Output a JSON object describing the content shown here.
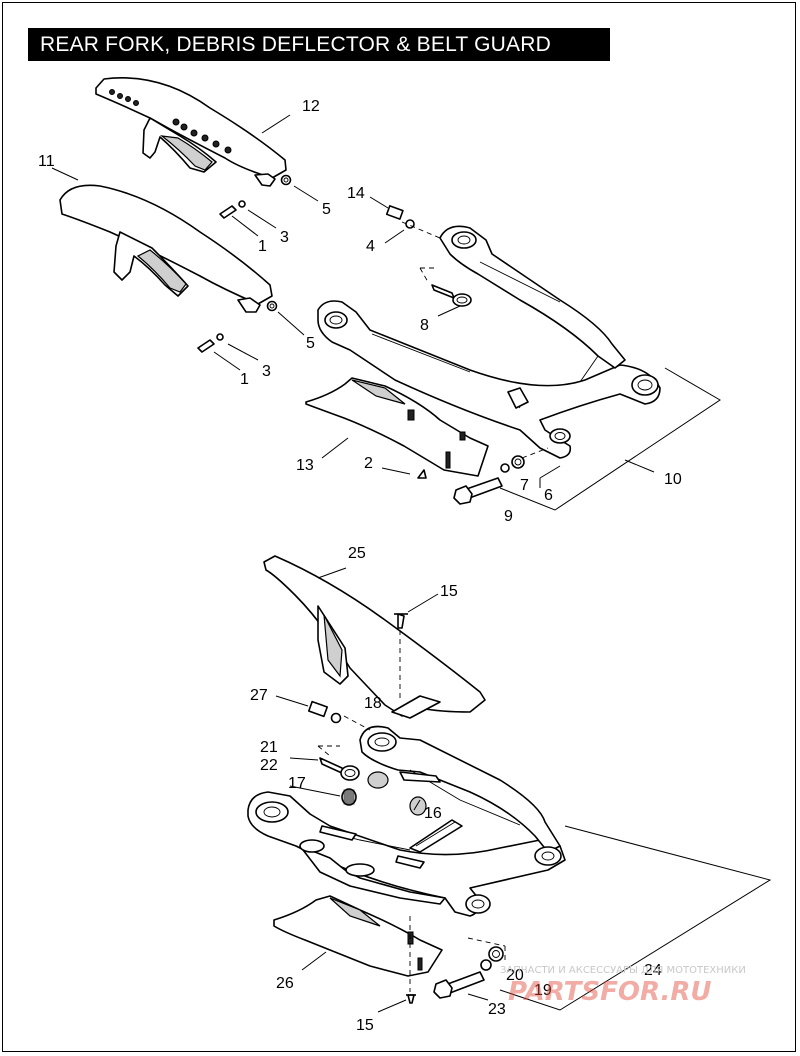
{
  "title": "REAR FORK, DEBRIS DEFLECTOR & BELT GUARD",
  "callouts": [
    "12",
    "11",
    "14",
    "5",
    "4",
    "1",
    "3",
    "8",
    "5",
    "1",
    "3",
    "13",
    "2",
    "7",
    "6",
    "9",
    "10",
    "25",
    "15",
    "27",
    "18",
    "21",
    "22",
    "17",
    "16",
    "24",
    "26",
    "20",
    "19",
    "23",
    "15"
  ],
  "watermark": {
    "text_small": "ЗАПЧАСТИ И АКСЕССУАРЫ ДЛЯ МОТОТЕХНИКИ",
    "text_big": "PARTSFOR.RU"
  },
  "colors": {
    "title_bg": "#000000",
    "title_fg": "#ffffff",
    "line": "#000000",
    "watermark": "#e24a3a"
  }
}
